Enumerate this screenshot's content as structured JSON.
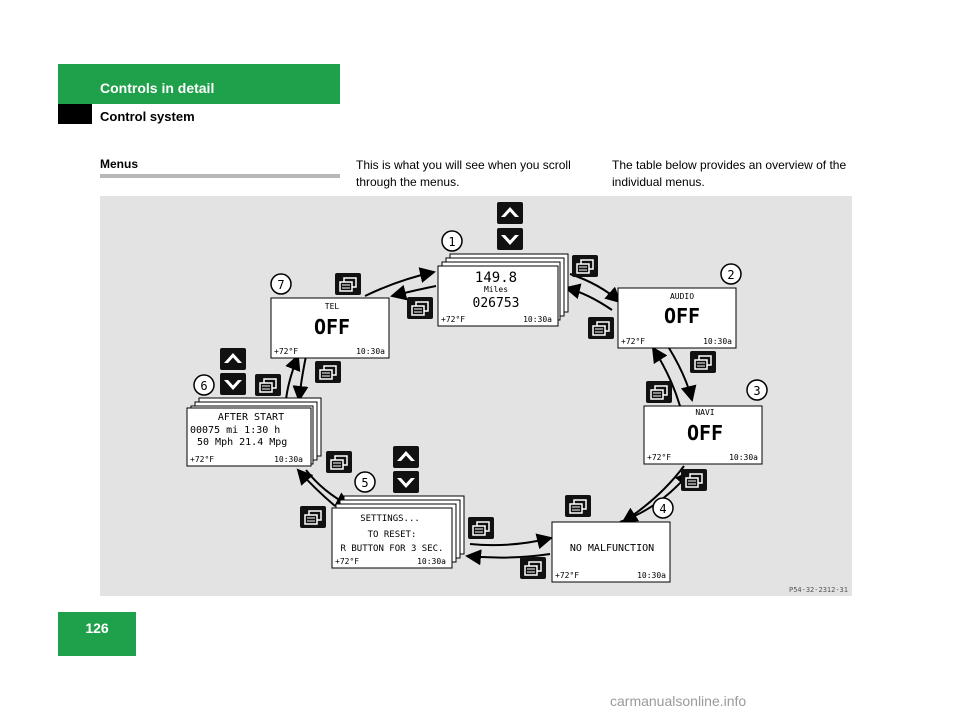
{
  "header": {
    "section": "Controls in detail",
    "subsection": "Control system"
  },
  "menus_heading": "Menus",
  "col2_text": "This is what you will see when you scroll through the menus.",
  "col3_text": "The table below provides an overview of the individual menus.",
  "figure": {
    "image_code": "P54-32-2312-31",
    "callouts": [
      "1",
      "2",
      "3",
      "4",
      "5",
      "6",
      "7"
    ],
    "screens": {
      "trip": {
        "value": "149.8",
        "unit": "Miles",
        "odometer": "026753",
        "temp": "+72°F",
        "time": "10:30a"
      },
      "audio": {
        "title": "AUDIO",
        "status": "OFF",
        "temp": "+72°F",
        "time": "10:30a"
      },
      "navi": {
        "title": "NAVI",
        "status": "OFF",
        "temp": "+72°F",
        "time": "10:30a"
      },
      "malfunction": {
        "message": "NO MALFUNCTION",
        "temp": "+72°F",
        "time": "10:30a"
      },
      "settings": {
        "title": "SETTINGS...",
        "line1": "TO RESET:",
        "line2": "R BUTTON FOR 3 SEC.",
        "temp": "+72°F",
        "time": "10:30a"
      },
      "after_start": {
        "title": "AFTER START",
        "line1": "00075 mi  1:30 h",
        "line2": "50 Mph   21.4 Mpg",
        "temp": "+72°F",
        "time": "10:30a"
      },
      "tel": {
        "title": "TEL",
        "status": "OFF",
        "temp": "+72°F",
        "time": "10:30a"
      }
    }
  },
  "page_number": "126",
  "watermark": "carmanualsonline.info"
}
